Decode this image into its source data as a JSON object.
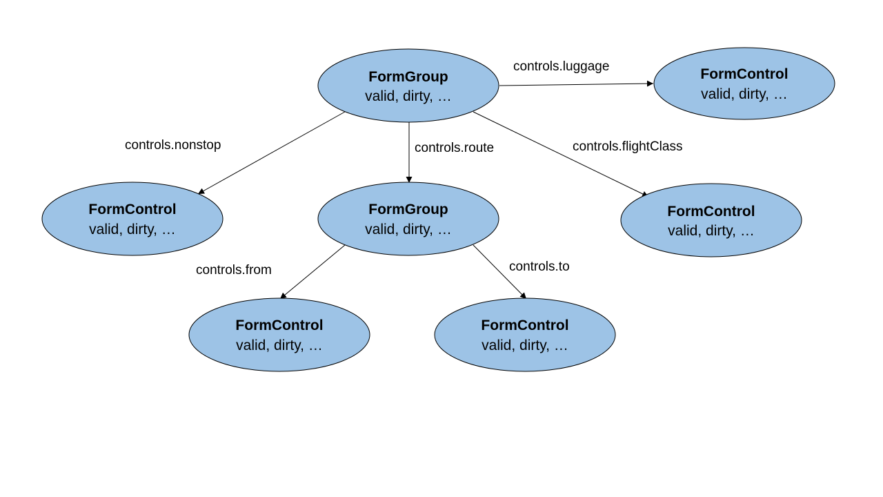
{
  "colors": {
    "node_fill": "#9dc3e6",
    "node_stroke": "#000000",
    "edge": "#000000"
  },
  "nodes": {
    "root": {
      "title": "FormGroup",
      "subtitle": "valid, dirty, …"
    },
    "luggage": {
      "title": "FormControl",
      "subtitle": "valid, dirty, …"
    },
    "nonstop": {
      "title": "FormControl",
      "subtitle": "valid, dirty, …"
    },
    "route": {
      "title": "FormGroup",
      "subtitle": "valid, dirty, …"
    },
    "flight_class": {
      "title": "FormControl",
      "subtitle": "valid, dirty, …"
    },
    "from": {
      "title": "FormControl",
      "subtitle": "valid, dirty, …"
    },
    "to": {
      "title": "FormControl",
      "subtitle": "valid, dirty, …"
    }
  },
  "edges": {
    "luggage": {
      "label": "controls.luggage",
      "source": "root",
      "target": "luggage"
    },
    "nonstop": {
      "label": "controls.nonstop",
      "source": "root",
      "target": "nonstop"
    },
    "route": {
      "label": "controls.route",
      "source": "root",
      "target": "route"
    },
    "flight_class": {
      "label": "controls.flightClass",
      "source": "root",
      "target": "flight_class"
    },
    "from": {
      "label": "controls.from",
      "source": "route",
      "target": "from"
    },
    "to": {
      "label": "controls.to",
      "source": "route",
      "target": "to"
    }
  }
}
